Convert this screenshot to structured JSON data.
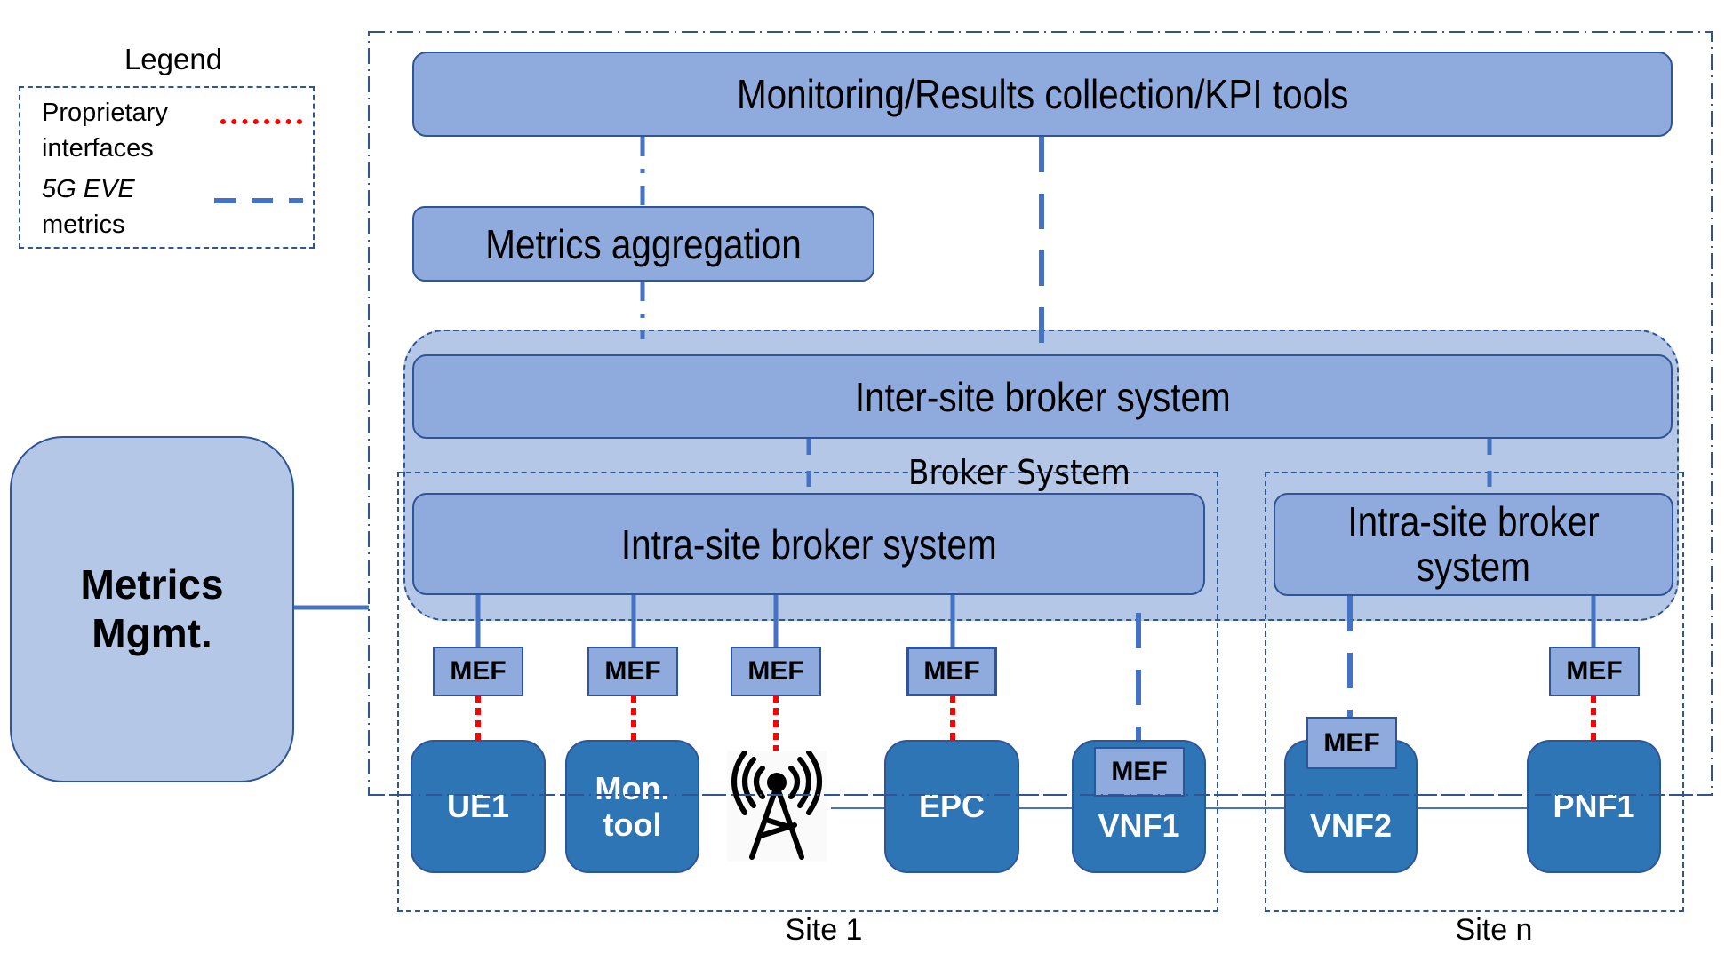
{
  "legend": {
    "title": "Legend",
    "items": [
      {
        "label_line1": "Proprietary",
        "label_line2": "interfaces",
        "line_style": "dotted",
        "color": "#ff0000"
      },
      {
        "label_line1": "5G EVE",
        "label_line2": "metrics",
        "line_style": "dashed",
        "color": "#4472c4"
      }
    ]
  },
  "blocks": {
    "monitoring": "Monitoring/Results collection/KPI tools",
    "metrics_aggregation": "Metrics aggregation",
    "inter_site_broker": "Inter-site broker system",
    "broker_system_label": "Broker System",
    "intra_site_broker_site1": "Intra-site broker system",
    "intra_site_broker_siten_line1": "Intra-site broker",
    "intra_site_broker_siten_line2": "system",
    "metrics_mgmt_line1": "Metrics",
    "metrics_mgmt_line2": "Mgmt."
  },
  "mef_label": "MEF",
  "devices": {
    "ue1": "UE1",
    "mon_tool_line1": "Mon.",
    "mon_tool_line2": "tool",
    "antenna": "cell-tower-icon",
    "epc": "EPC",
    "vnf1": "VNF1",
    "vnf2": "VNF2",
    "pnf1": "PNF1"
  },
  "sites": {
    "site1": "Site 1",
    "siten": "Site n"
  },
  "colors": {
    "proprietary": "#ff0000",
    "metrics_line": "#4472c4",
    "border": "#2f5597",
    "box_fill": "#8faadc",
    "area_fill": "#b4c7e7",
    "device_fill": "#2e75b6"
  }
}
